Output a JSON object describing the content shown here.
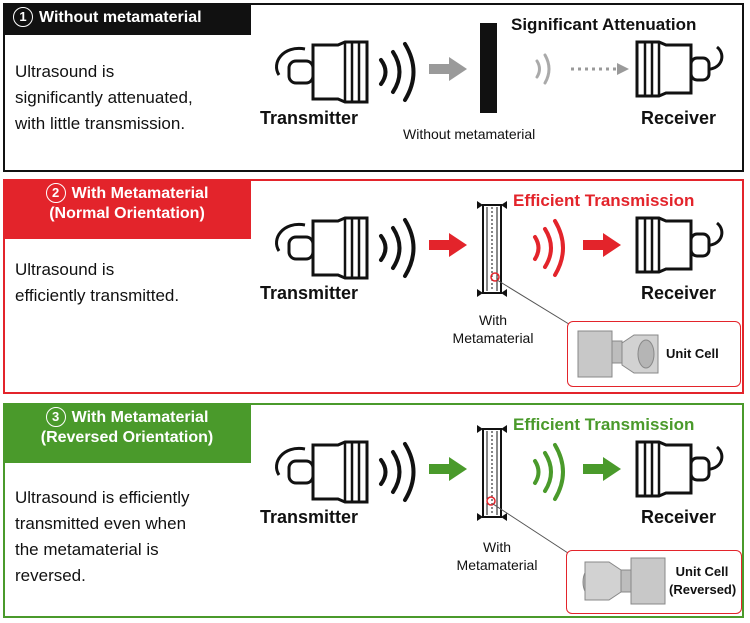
{
  "panels": [
    {
      "number": "1",
      "title_line1": "Without metamaterial",
      "title_line2": "",
      "description_lines": [
        "Ultrasound is",
        "significantly attenuated,",
        "with little transmission."
      ],
      "transmitter_label": "Transmitter",
      "receiver_label": "Receiver",
      "headline": "Significant Attenuation",
      "middle_label_lines": [
        "Without metamaterial"
      ],
      "accent_color": "#111111",
      "arrow_color": "#999999"
    },
    {
      "number": "2",
      "title_line1": "With Metamaterial",
      "title_line2": "(Normal Orientation)",
      "description_lines": [
        "Ultrasound is",
        "efficiently transmitted."
      ],
      "transmitter_label": "Transmitter",
      "receiver_label": "Receiver",
      "headline": "Efficient Transmission",
      "middle_label_lines": [
        "With",
        "Metamaterial"
      ],
      "unit_cell_lines": [
        "Unit Cell"
      ],
      "accent_color": "#e3242b"
    },
    {
      "number": "3",
      "title_line1": "With Metamaterial",
      "title_line2": "(Reversed Orientation)",
      "description_lines": [
        "Ultrasound is efficiently",
        "transmitted even when",
        "the metamaterial is",
        "reversed."
      ],
      "transmitter_label": "Transmitter",
      "receiver_label": "Receiver",
      "headline": "Efficient Transmission",
      "middle_label_lines": [
        "With",
        "Metamaterial"
      ],
      "unit_cell_lines": [
        "Unit Cell",
        "(Reversed)"
      ],
      "accent_color": "#4a9a2b"
    }
  ]
}
